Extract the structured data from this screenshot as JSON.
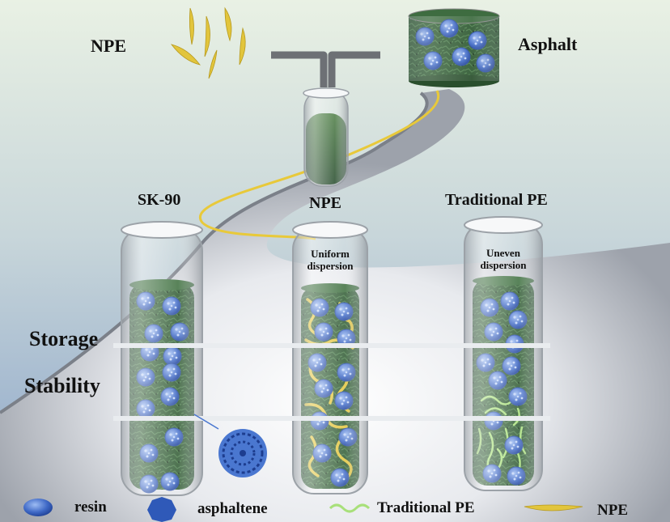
{
  "labels": {
    "npe_top": "NPE",
    "asphalt": "Asphalt",
    "sk90": "SK-90",
    "npe_tube": "NPE",
    "trad_pe": "Traditional PE",
    "uniform": "Uniform",
    "uniform2": "dispersion",
    "uneven": "Uneven",
    "uneven2": "dispersion",
    "storage": "Storage",
    "stability": "Stability"
  },
  "legend": {
    "resin": "resin",
    "asphaltene": "asphaltene",
    "trad_pe": "Traditional PE",
    "npe": "NPE"
  },
  "colors": {
    "asphalt_green": "#2f5a32",
    "resin_blue": "#4a77d0",
    "npe_yellow": "#e2c53c",
    "pe_green": "#a8e07a",
    "road": "#8f949e"
  }
}
